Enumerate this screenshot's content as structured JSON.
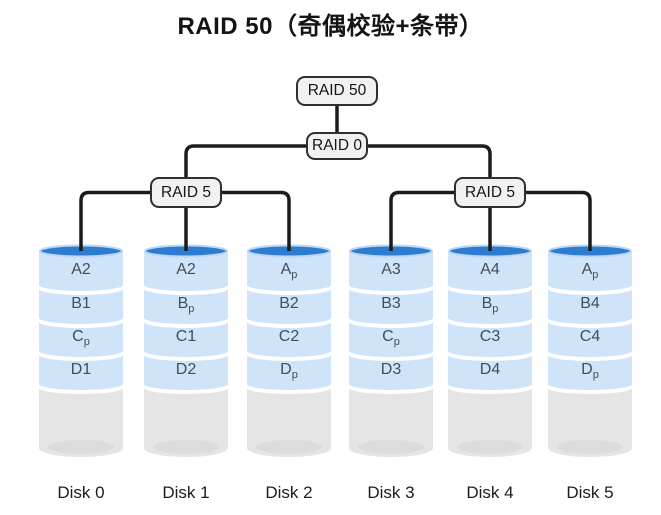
{
  "title": "RAID 50（奇偶校验+条带）",
  "tree": {
    "root": "RAID 50",
    "stripe": "RAID 0",
    "groups": [
      {
        "label": "RAID 5"
      },
      {
        "label": "RAID 5"
      }
    ]
  },
  "disks": [
    {
      "name": "Disk 0",
      "blocks": [
        {
          "main": "A2",
          "sub": ""
        },
        {
          "main": "B1",
          "sub": ""
        },
        {
          "main": "C",
          "sub": "p"
        },
        {
          "main": "D1",
          "sub": ""
        }
      ]
    },
    {
      "name": "Disk 1",
      "blocks": [
        {
          "main": "A2",
          "sub": ""
        },
        {
          "main": "B",
          "sub": "p"
        },
        {
          "main": "C1",
          "sub": ""
        },
        {
          "main": "D2",
          "sub": ""
        }
      ]
    },
    {
      "name": "Disk 2",
      "blocks": [
        {
          "main": "A",
          "sub": "p"
        },
        {
          "main": "B2",
          "sub": ""
        },
        {
          "main": "C2",
          "sub": ""
        },
        {
          "main": "D",
          "sub": "p"
        }
      ]
    },
    {
      "name": "Disk 3",
      "blocks": [
        {
          "main": "A3",
          "sub": ""
        },
        {
          "main": "B3",
          "sub": ""
        },
        {
          "main": "C",
          "sub": "p"
        },
        {
          "main": "D3",
          "sub": ""
        }
      ]
    },
    {
      "name": "Disk 4",
      "blocks": [
        {
          "main": "A4",
          "sub": ""
        },
        {
          "main": "B",
          "sub": "p"
        },
        {
          "main": "C3",
          "sub": ""
        },
        {
          "main": "D4",
          "sub": ""
        }
      ]
    },
    {
      "name": "Disk 5",
      "blocks": [
        {
          "main": "A",
          "sub": "p"
        },
        {
          "main": "B4",
          "sub": ""
        },
        {
          "main": "C4",
          "sub": ""
        },
        {
          "main": "D",
          "sub": "p"
        }
      ]
    }
  ],
  "colors": {
    "disk_top": "#2d7cd2",
    "disk_top_rim": "#bcd7f1",
    "block_fill": "#cfe4f8",
    "block_text": "#414e5b",
    "empty_fill": "#e5e5e6",
    "node_fill": "#f1f1f1",
    "node_border": "#2f2f2f",
    "connector": "#1b1b1b",
    "background": "#ffffff"
  }
}
